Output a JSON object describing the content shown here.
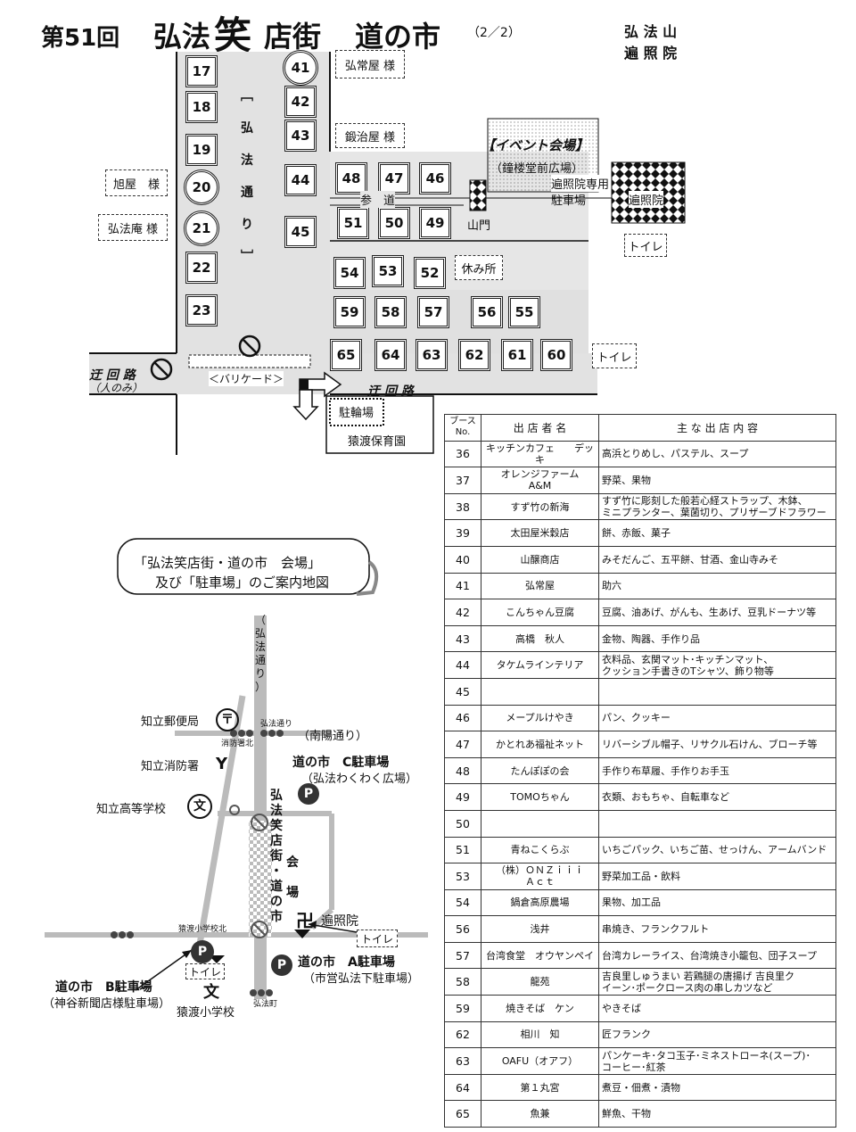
{
  "header": {
    "edition": "第51回",
    "title_a": "弘法",
    "title_b": "笑",
    "title_c": "店街",
    "title_d": "道の市",
    "page": "（2／2）",
    "temple_line1": "弘 法 山",
    "temple_line2": "遍 照 院"
  },
  "map": {
    "street_name_vertical": [
      "﹇",
      "弘",
      "法",
      "通",
      "り",
      "﹈"
    ],
    "sandō": "参　道",
    "event_title": "【イベント会場】",
    "event_sub": "（鐘楼堂前広場）",
    "parking_note_1": "遍照院専用",
    "parking_note_2": "駐車場",
    "sanmon": "山門",
    "henjoin": "遍照院",
    "rest_area": "休み所",
    "toilet": "トイレ",
    "barricade": "＜バリケード＞",
    "detour_left": "迂 回 路",
    "detour_left_sub": "（人のみ）",
    "detour_right": "迂 回 路",
    "bicycle": "駐輪場",
    "nursery": "猿渡保育園",
    "shops": {
      "hirotsuneya": "弘常屋 様",
      "kajiya": "鍛治屋 様",
      "asahiya": "旭屋　様",
      "kobo_an": "弘法庵 様"
    },
    "booth_numbers": {
      "b17": "17",
      "b18": "18",
      "b19": "19",
      "b20": "20",
      "b21": "21",
      "b22": "22",
      "b23": "23",
      "b41": "41",
      "b42": "42",
      "b43": "43",
      "b44": "44",
      "b45": "45",
      "b46": "46",
      "b47": "47",
      "b48": "48",
      "b49": "49",
      "b50": "50",
      "b51": "51",
      "b52": "52",
      "b53": "53",
      "b54": "54",
      "b55": "55",
      "b56": "56",
      "b57": "57",
      "b58": "58",
      "b59": "59",
      "b60": "60",
      "b61": "61",
      "b62": "62",
      "b63": "63",
      "b64": "64",
      "b65": "65"
    }
  },
  "guide": {
    "title_line1": "「弘法笑店街・道の市　会場」",
    "title_line2": "及び「駐車場」のご案内地図",
    "street_vertical": [
      "（",
      "弘",
      "法",
      "通",
      "り",
      "）"
    ],
    "post_office": "知立郵便局",
    "post_icon": "〒",
    "fire_station": "知立消防署",
    "high_school": "知立高等学校",
    "school_icon": "文",
    "kobo_dori_signal": "弘法通り",
    "shobo_north": "消防署北",
    "nanyo_dori": "（南陽通り）",
    "parking_c": "道の市　C駐車場",
    "parking_c_sub": "（弘法わくわく広場）",
    "venue_vertical_1": [
      "弘",
      "法",
      "笑",
      "店",
      "街",
      "・",
      "道",
      "の",
      "市"
    ],
    "venue_vertical_2": [
      "会",
      "場"
    ],
    "manji": "卍",
    "henjoin": "遍照院",
    "toilet": "トイレ",
    "sarutobe_north": "猿渡小学校北",
    "parking_icon": "P",
    "parking_b": "道の市　B駐車場",
    "parking_b_sub": "（神谷新聞店様駐車場）",
    "parking_a": "道の市　A駐車場",
    "parking_a_sub": "（市営弘法下駐車場）",
    "elementary": "猿渡小学校",
    "kobo_cho": "弘法町"
  },
  "table": {
    "headers": {
      "no": "ブース\nNo.",
      "name": "出 店 者 名",
      "item": "主 な 出 店 内 容"
    },
    "rows": [
      {
        "no": "36",
        "name": "キッチンカフェ　　デッキ",
        "item": "高浜とりめし、パステル、スープ"
      },
      {
        "no": "37",
        "name": "オレンジファーム\nA&M",
        "item": "野菜、果物"
      },
      {
        "no": "38",
        "name": "すず竹の新海",
        "item": "すず竹に彫刻した般若心経ストラップ、木鉢、\nミニプランター、葉菌切り、プリザーブドフラワー"
      },
      {
        "no": "39",
        "name": "太田屋米穀店",
        "item": "餅、赤飯、菓子"
      },
      {
        "no": "40",
        "name": "山醸商店",
        "item": "みそだんご、五平餅、甘酒、金山寺みそ"
      },
      {
        "no": "41",
        "name": "弘常屋",
        "item": "助六"
      },
      {
        "no": "42",
        "name": "こんちゃん豆腐",
        "item": "豆腐、油あげ、がんも、生あげ、豆乳ドーナツ等"
      },
      {
        "no": "43",
        "name": "高橋　秋人",
        "item": "金物、陶器、手作り品"
      },
      {
        "no": "44",
        "name": "タケムラインテリア",
        "item": "衣料品、玄関マット･キッチンマット、\nクッション手書きのTシャツ、飾り物等"
      },
      {
        "no": "45",
        "name": "",
        "item": ""
      },
      {
        "no": "46",
        "name": "メープルけやき",
        "item": "パン、クッキー"
      },
      {
        "no": "47",
        "name": "かとれあ福祉ネット",
        "item": "リバーシブル帽子、リサクル石けん、ブローチ等"
      },
      {
        "no": "48",
        "name": "たんぽぽの会",
        "item": "手作り布草履、手作りお手玉"
      },
      {
        "no": "49",
        "name": "TOMOちゃん",
        "item": "衣類、おもちゃ、自転車など"
      },
      {
        "no": "50",
        "name": "",
        "item": ""
      },
      {
        "no": "51",
        "name": "青ねこくらぶ",
        "item": "いちごパック、いちご苗、せっけん、アームバンド"
      },
      {
        "no": "53",
        "name": "（株）ＯＮＺｉｉｉ\nＡｃｔ",
        "item": "野菜加工品・飲料"
      },
      {
        "no": "54",
        "name": "鍋倉高原農場",
        "item": "果物、加工品"
      },
      {
        "no": "56",
        "name": "浅井",
        "item": "串焼き、フランクフルト"
      },
      {
        "no": "57",
        "name": "台湾食堂　オウヤンペイ",
        "item": "台湾カレーライス、台湾焼き小籠包、団子スープ"
      },
      {
        "no": "58",
        "name": "龍苑",
        "item": "吉良里しゅうまい 若鶏腿の唐揚げ 吉良里ク\nイーン･ポークロース肉の串しカツなど"
      },
      {
        "no": "59",
        "name": "焼きそば　ケン",
        "item": "やきそば"
      },
      {
        "no": "62",
        "name": "相川　知",
        "item": "匠フランク"
      },
      {
        "no": "63",
        "name": "OAFU（オアフ）",
        "item": "パンケーキ･タコ玉子･ミネストローネ(スープ)･\nコーヒー･紅茶"
      },
      {
        "no": "64",
        "name": "第１丸宮",
        "item": "煮豆・佃煮・漬物"
      },
      {
        "no": "65",
        "name": "魚兼",
        "item": "鮮魚、干物"
      }
    ]
  },
  "colors": {
    "ink": "#111111",
    "road": "#d9d9d9"
  }
}
